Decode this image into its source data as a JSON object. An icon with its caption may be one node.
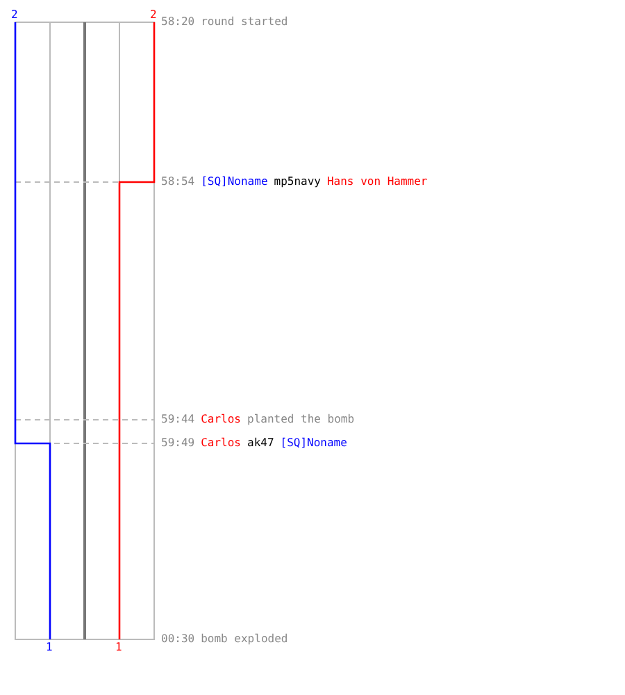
{
  "diagram": {
    "labels": [
      "2",
      "2",
      "58:20",
      "round started",
      "58:54",
      "[SQ]Noname",
      "mp5navy",
      "Hans von Hammer",
      "59:44",
      "Carlos",
      "planted the bomb",
      "59:49",
      "Carlos",
      "ak47",
      "[SQ]Noname",
      "1",
      "1",
      "00:30",
      "bomb exploded"
    ]
  }
}
